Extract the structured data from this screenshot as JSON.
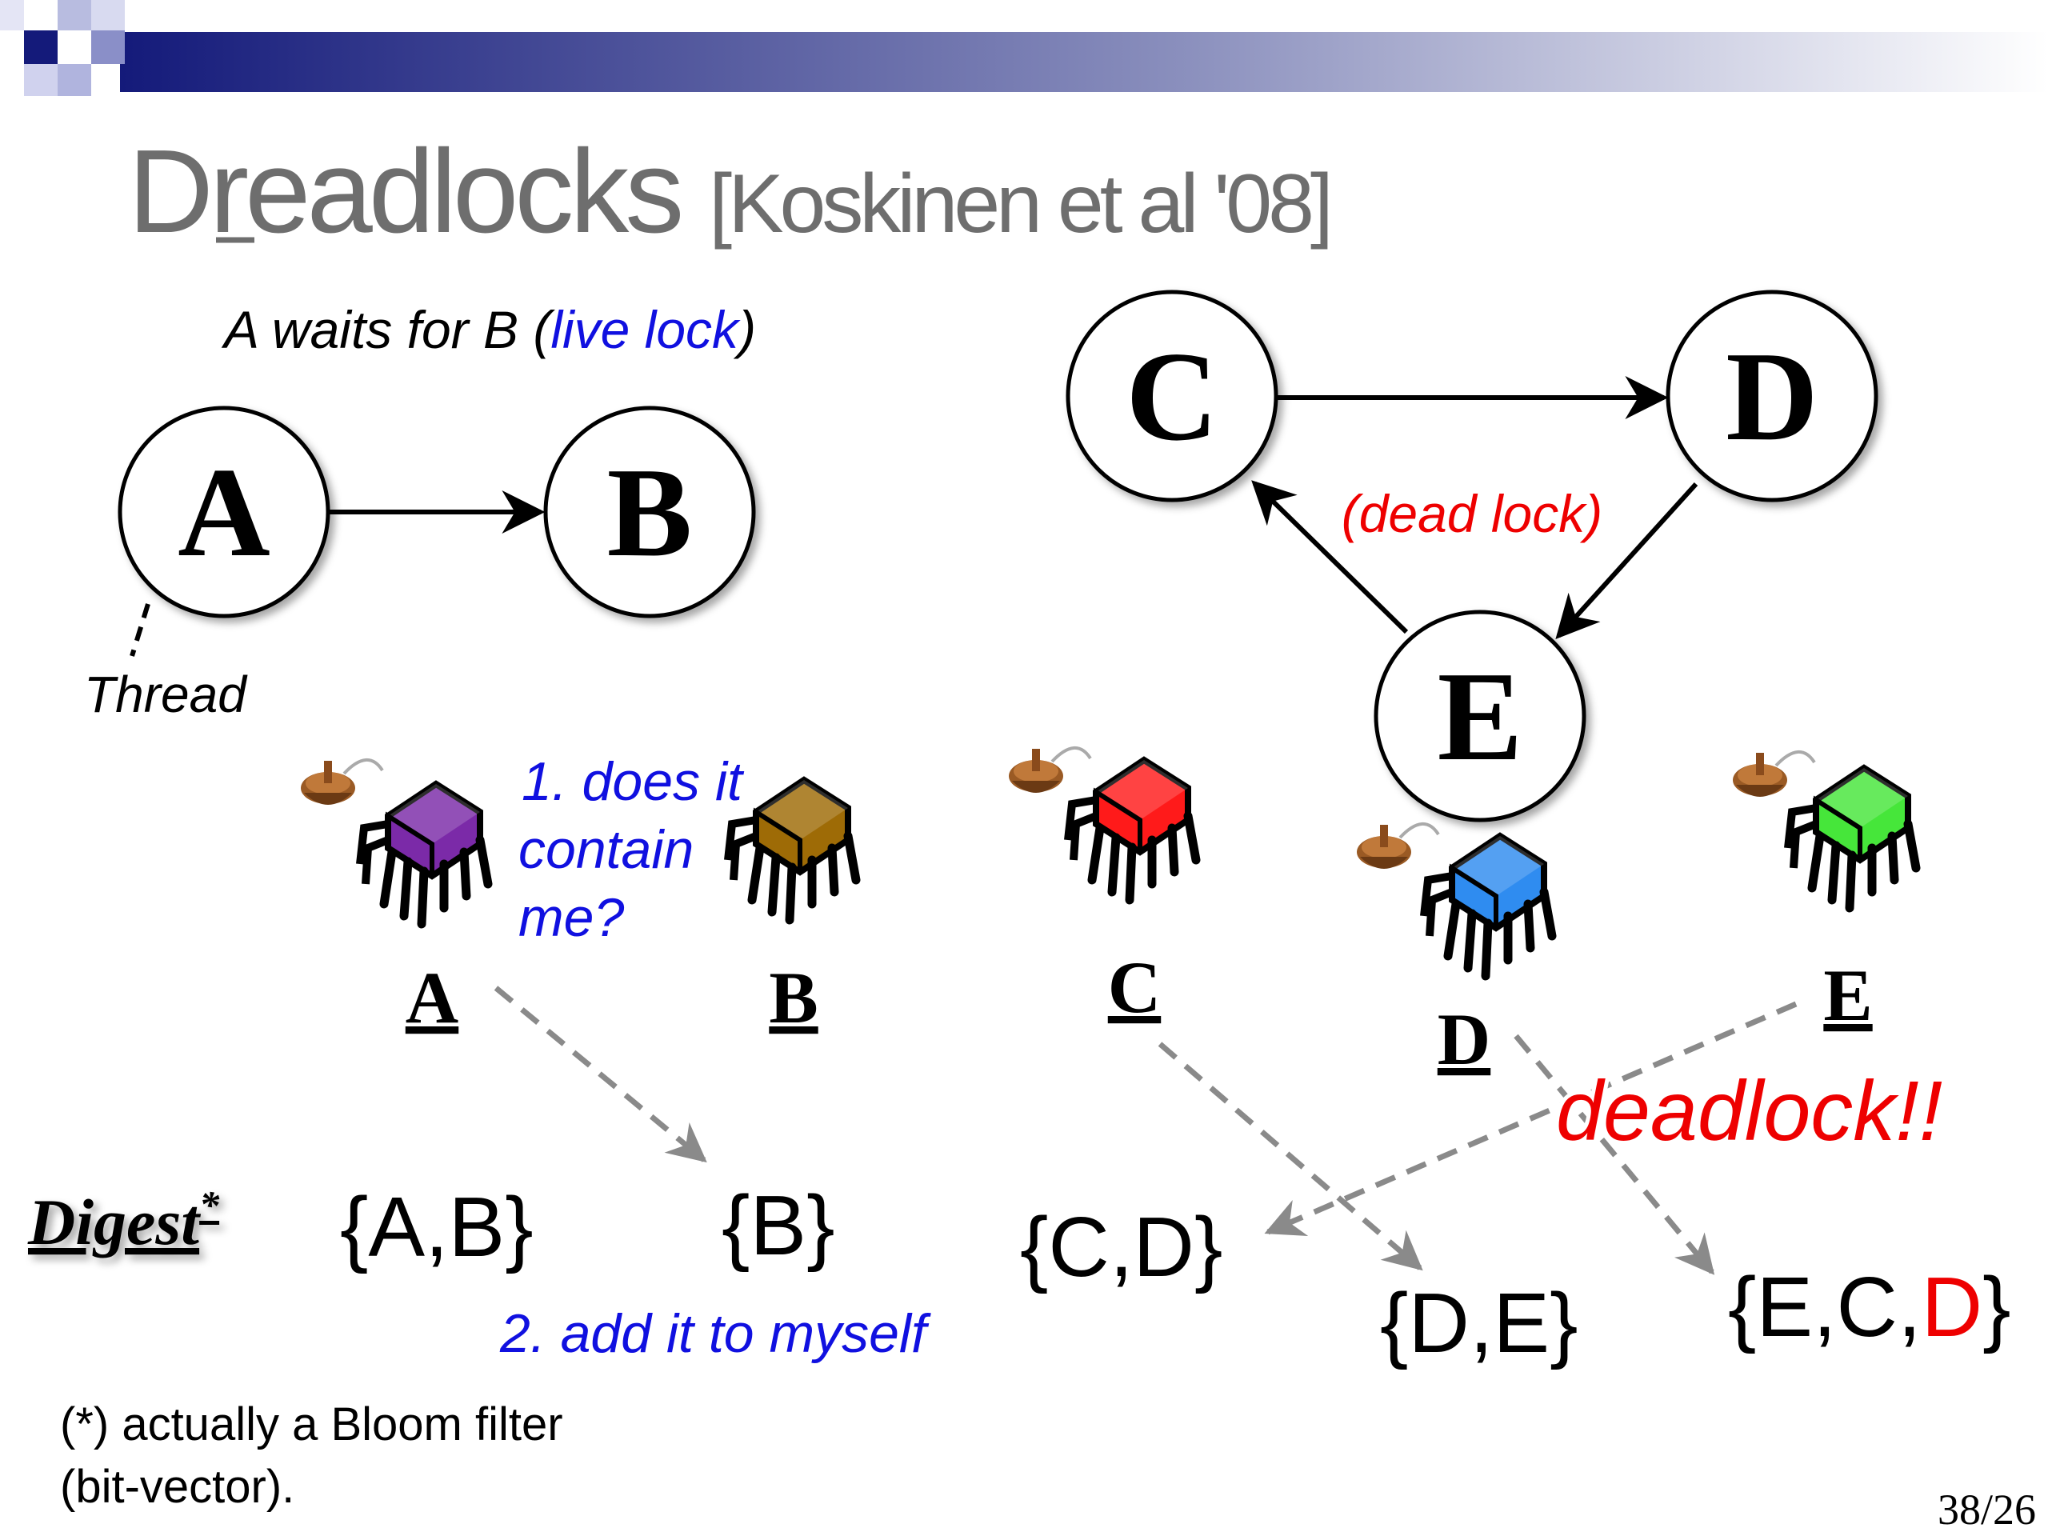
{
  "slide": {
    "title_main": "Dreadlocks",
    "title_cite": "[Koskinen et al '08]",
    "page_number": "38/26"
  },
  "live_lock_graph": {
    "caption_prefix": "A waits for B (",
    "caption_highlight": "live lock",
    "caption_suffix": ")",
    "nodes": [
      "A",
      "B"
    ],
    "thread_label": "Thread"
  },
  "dead_lock_graph": {
    "nodes": [
      "C",
      "D",
      "E"
    ],
    "label": "(dead lock)"
  },
  "threads": [
    {
      "name": "A",
      "color": "#7b2aa8"
    },
    {
      "name": "B",
      "color": "#9e6b06"
    },
    {
      "name": "C",
      "color": "#ff1a1a"
    },
    {
      "name": "D",
      "color": "#2f8cf0"
    },
    {
      "name": "E",
      "color": "#46e63a"
    }
  ],
  "step1": {
    "line1": "1. does it",
    "line2": "contain",
    "line3": "me?"
  },
  "step2": "2. add it to myself",
  "deadlock_alert": "deadlock!!",
  "digest": {
    "label": "Digest",
    "asterisk": "*",
    "sets": [
      "{A,B}",
      "{B}",
      "{C,D}",
      "{D,E}"
    ],
    "last_set_prefix": "{E,C,",
    "last_set_highlight": "D",
    "last_set_suffix": "}"
  },
  "footnote": {
    "line1": "(*) actually a Bloom filter",
    "line2": "(bit-vector)."
  },
  "colors": {
    "highlight_blue": "#1010e0",
    "alert_red": "#ee0000",
    "title_gray": "#6e6e6e",
    "banner_navy": "#141a7a"
  }
}
